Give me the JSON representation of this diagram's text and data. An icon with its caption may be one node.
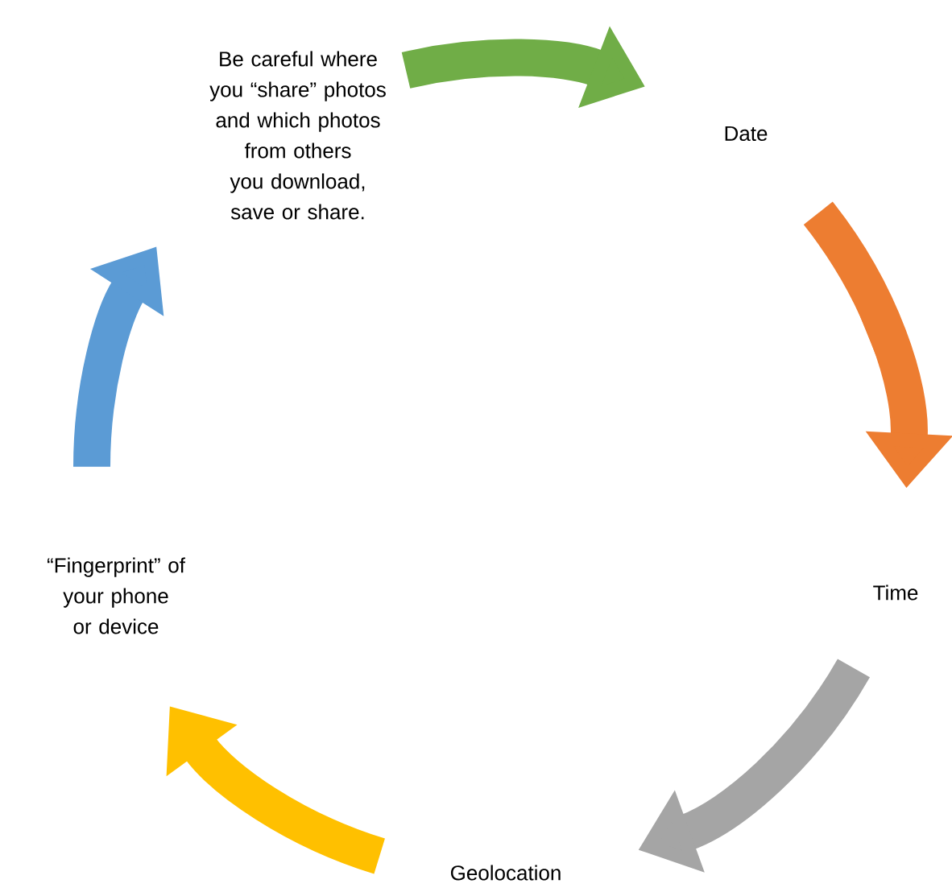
{
  "diagram": {
    "nodes": [
      {
        "text": [
          "Be careful where you “share” photos and which photos from others you download, save or share."
        ]
      },
      {
        "text": [
          "Date"
        ]
      },
      {
        "text": [
          "Time"
        ]
      },
      {
        "text": [
          "Geolocation"
        ]
      },
      {
        "text": [
          "“Fingerprint” of your phone or device"
        ]
      }
    ],
    "edges": [
      {
        "from": 0,
        "to": 1,
        "arrow": "to",
        "color": "#70ad47"
      },
      {
        "from": 1,
        "to": 2,
        "arrow": "to",
        "color": "#ed7d31"
      },
      {
        "from": 2,
        "to": 3,
        "arrow": "to",
        "color": "#a5a5a5"
      },
      {
        "from": 3,
        "to": 4,
        "arrow": "to",
        "color": "#ffc000"
      },
      {
        "from": 4,
        "to": 0,
        "arrow": "to",
        "color": "#5b9bd5"
      }
    ]
  }
}
